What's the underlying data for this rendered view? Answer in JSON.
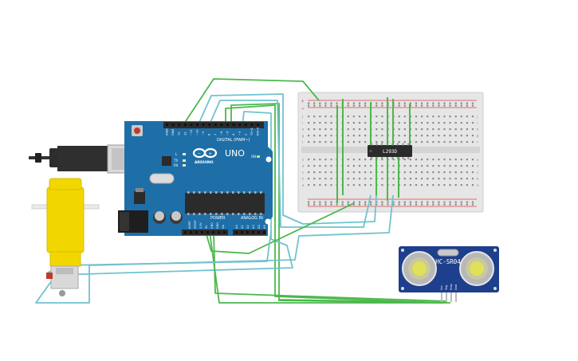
{
  "arduino": {
    "brand": "ARDUINO",
    "model": "UNO",
    "digital_header_label": "DIGITAL (PWM~)",
    "power_header_label": "POWER",
    "analog_header_label": "ANALOG IN",
    "on_label": "ON",
    "tx_label": "TX",
    "rx_label": "RX",
    "l_label": "L",
    "digital_pins": [
      "AREF",
      "GND",
      "13",
      "12",
      "~11",
      "~10",
      "~9",
      "8",
      "7",
      "~6",
      "~5",
      "4",
      "~3",
      "2",
      "TX→1",
      "RX←0"
    ],
    "power_pins": [
      "IOREF",
      "RESET",
      "3.3V",
      "5V",
      "GND",
      "GND",
      "Vin"
    ],
    "analog_pins": [
      "A0",
      "A1",
      "A2",
      "A3",
      "A4",
      "A5"
    ]
  },
  "breadboard": {
    "chip_label": "L293D",
    "rail_plus": "+",
    "rail_minus": "−",
    "row_letters_top": [
      "j",
      "i",
      "h",
      "g",
      "f"
    ],
    "row_letters_bottom": [
      "e",
      "d",
      "c",
      "b",
      "a"
    ]
  },
  "sensor": {
    "label": "HC-SR04",
    "pins": [
      "Vcc",
      "Trig",
      "Echo",
      "Gnd"
    ]
  },
  "colors": {
    "board_blue": "#1e6fa8",
    "wire_green": "#4bb84b",
    "wire_cyan": "#6fc3cf",
    "motor_yellow": "#f2d600",
    "rail_red": "#d84545",
    "sensor_blue": "#1d3f8c"
  },
  "icons": {
    "arduino_logo": "infinity-logo-icon",
    "usb": "usb-cable-icon",
    "power_jack": "dc-jack-icon"
  }
}
